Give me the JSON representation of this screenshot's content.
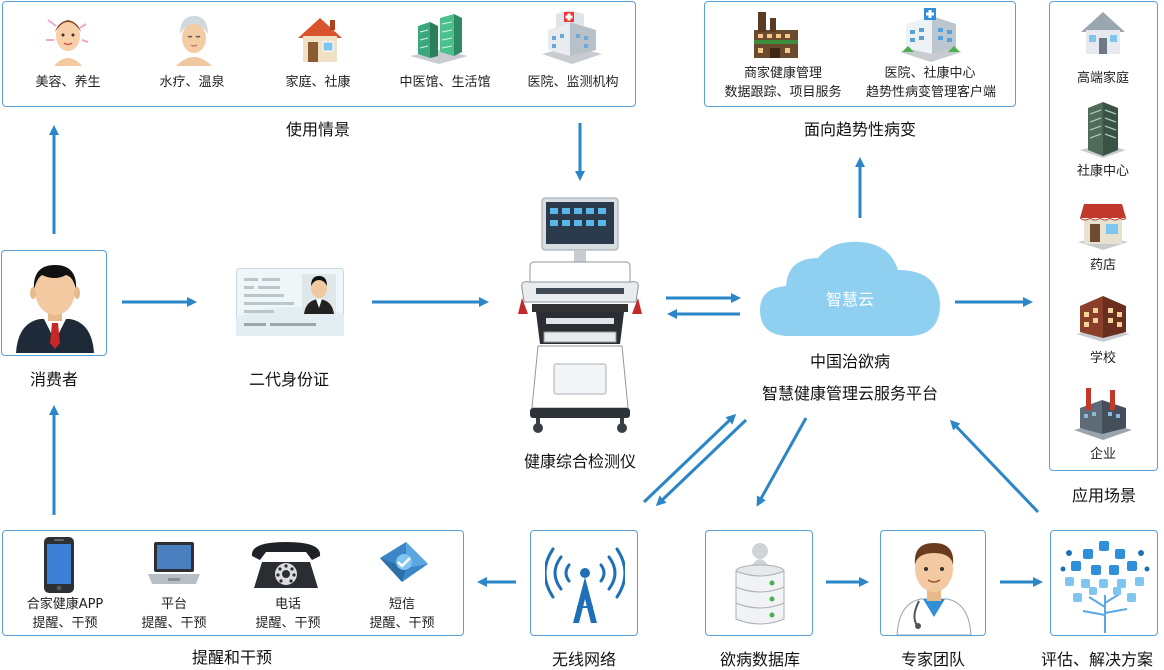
{
  "scenes": {
    "title": "使用情景",
    "items": [
      {
        "label": "美容、养生",
        "icon": "woman-face-icon"
      },
      {
        "label": "水疗、温泉",
        "icon": "spa-woman-icon"
      },
      {
        "label": "家庭、社康",
        "icon": "house-icon"
      },
      {
        "label": "中医馆、生活馆",
        "icon": "buildings-icon"
      },
      {
        "label": "医院、监测机构",
        "icon": "hospital-icon"
      }
    ]
  },
  "trend": {
    "title": "面向趋势性病变",
    "items": [
      {
        "line1": "商家健康管理",
        "line2": "数据跟踪、项目服务",
        "icon": "factory-icon"
      },
      {
        "line1": "医院、社康中心",
        "line2": "趋势性病变管理客户端",
        "icon": "clinic-icon"
      }
    ]
  },
  "apps": {
    "title": "应用场景",
    "items": [
      {
        "label": "高端家庭",
        "icon": "villa-icon"
      },
      {
        "label": "社康中心",
        "icon": "tower-icon"
      },
      {
        "label": "药店",
        "icon": "pharmacy-icon"
      },
      {
        "label": "学校",
        "icon": "school-icon"
      },
      {
        "label": "企业",
        "icon": "plant-icon"
      }
    ]
  },
  "consumer": {
    "label": "消费者"
  },
  "idcard": {
    "label": "二代身份证"
  },
  "device": {
    "label": "健康综合检测仪"
  },
  "cloud": {
    "name": "智慧云",
    "line1": "中国治欲病",
    "line2": "智慧健康管理云服务平台"
  },
  "remind": {
    "title": "提醒和干预",
    "items": [
      {
        "line1": "合家健康APP",
        "line2": "提醒、干预",
        "icon": "phone-icon"
      },
      {
        "line1": "平台",
        "line2": "提醒、干预",
        "icon": "laptop-icon"
      },
      {
        "line1": "电话",
        "line2": "提醒、干预",
        "icon": "telephone-icon"
      },
      {
        "line1": "短信",
        "line2": "提醒、干预",
        "icon": "envelope-icon"
      }
    ]
  },
  "wireless": {
    "label": "无线网络"
  },
  "database": {
    "label": "欲病数据库"
  },
  "experts": {
    "label": "专家团队"
  },
  "plan": {
    "label": "评估、解决方案"
  },
  "colors": {
    "arrow": "#2a86c8",
    "border": "#5aa0d8",
    "cloud": "#8fd0f0"
  }
}
